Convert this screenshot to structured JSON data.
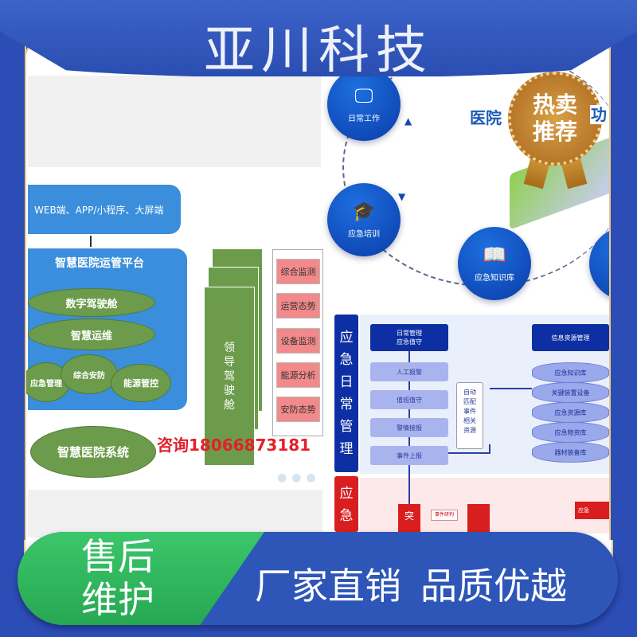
{
  "header": {
    "title": "亚川科技"
  },
  "left_diagram": {
    "clients": "WEB端、APP/小程序、大屏端",
    "platform": "智慧医院运管平台",
    "modules": [
      "数字驾驶舱",
      "智慧运维",
      "应急管理",
      "综合安防",
      "能源管控"
    ],
    "cockpit": "领导驾驶舱",
    "cockpit_items": [
      "综合监测",
      "运营态势",
      "设备监测",
      "能源分析",
      "安防态势"
    ],
    "system": "智慧医院系统"
  },
  "contact": "咨询18066873181",
  "circles": [
    {
      "label": "日常工作",
      "icon": "monitor-icon"
    },
    {
      "label": "应急培训",
      "icon": "graduation-cap-icon"
    },
    {
      "label": "应急知识库",
      "icon": "book-icon"
    }
  ],
  "right_heading": "医院",
  "right_heading_tail": "功",
  "badge": {
    "line1": "热卖",
    "line2": "推荐",
    "color": "#c98a2e"
  },
  "flow": {
    "side_label": "应急日常管理",
    "side_label2": "应急",
    "header_left": [
      "日常管理",
      "应急值守"
    ],
    "steps": [
      "人工报警",
      "值班值守",
      "警情接报",
      "事件上报"
    ],
    "auto_box": "自动匹配事件相关资源",
    "header_right": "信息资源管理",
    "databases": [
      "应急知识库",
      "关键装置设备",
      "应急资源库",
      "应急物资库",
      "器材装备库"
    ],
    "red_items": [
      "突",
      "事件研判",
      "应急"
    ]
  },
  "footer": {
    "left": [
      "售后",
      "维护"
    ],
    "slogan1": "厂家直销",
    "slogan2": "品质优越",
    "green": "#2fb85e",
    "blue": "#2d56b8"
  }
}
